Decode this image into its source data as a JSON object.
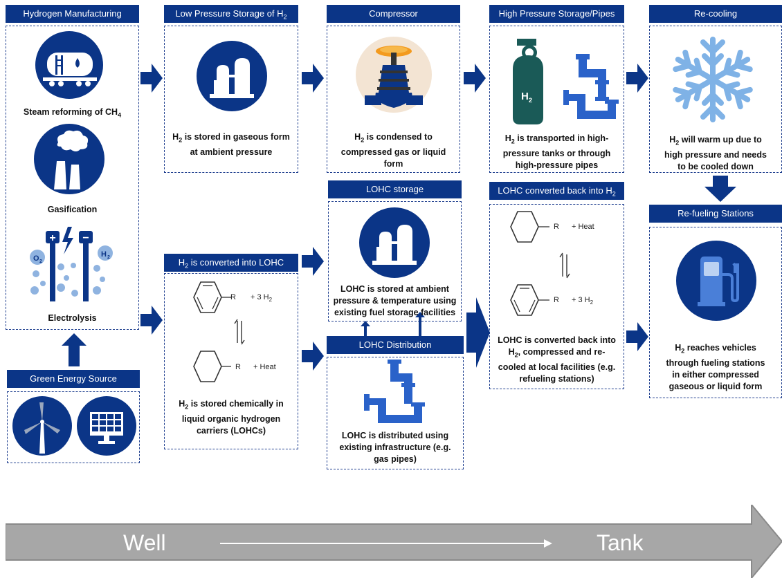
{
  "colors": {
    "primary": "#0b3587",
    "accent": "#2a62c9",
    "light_blue": "#4a7fd8",
    "gray_arrow": "#999999"
  },
  "headers": {
    "hydrogen_manufacturing": "Hydrogen Manufacturing",
    "low_pressure_storage": "Low Pressure Storage of H",
    "compressor": "Compressor",
    "high_pressure": "High Pressure Storage/Pipes",
    "recooling": "Re-cooling",
    "refueling": "Re-fueling Stations",
    "lohc_storage": "LOHC storage",
    "lohc_back": "LOHC converted back into H",
    "converted_lohc": "H",
    "converted_lohc_rest": " is converted into LOHC",
    "lohc_distribution": "LOHC Distribution",
    "green_energy": "Green Energy Source"
  },
  "manufacturing": {
    "steam": "Steam reforming of CH",
    "steam_sub": "4",
    "gasification": "Gasification",
    "electrolysis": "Electrolysis"
  },
  "captions": {
    "low_pressure": [
      "H",
      "2",
      " is stored in gaseous form",
      "at ambient pressure"
    ],
    "compressor": [
      "H",
      "2",
      " is condensed to",
      "compressed gas or liquid",
      "form"
    ],
    "high_pressure": [
      "H",
      "2",
      " is transported in high-",
      "pressure tanks or through",
      "high-pressure pipes"
    ],
    "recooling": [
      "H",
      "2",
      " will warm up due to",
      "high pressure and needs",
      "to be cooled down"
    ],
    "lohc_storage": [
      "LOHC is stored at ambient",
      "pressure & temperature using",
      "existing fuel storage facilities"
    ],
    "lohc_distribution": [
      "LOHC is distributed using",
      "existing infrastructure (e.g.",
      "gas pipes)"
    ],
    "lohc_back": [
      "LOHC is converted back into",
      "H",
      "2",
      ", compressed and re-",
      "cooled at local facilities (e.g.",
      "refueling stations)"
    ],
    "converted": [
      "H",
      "2",
      " is stored chemically in",
      "liquid organic hydrogen",
      "carriers (LOHCs)"
    ],
    "refueling": [
      "H",
      "2",
      " reaches vehicles",
      "through fueling stations",
      "in either compressed",
      "gaseous or liquid form"
    ]
  },
  "chem": {
    "plus_3h2": "+ 3 H",
    "plus_heat": "+ Heat",
    "r": "R",
    "sub2": "2"
  },
  "icons": {
    "h2_tank_label": "H",
    "h2_tank_sub": "2",
    "o2_bubble": "O",
    "h2_bubble": "H"
  },
  "bottom": {
    "well": "Well",
    "tank": "Tank"
  }
}
